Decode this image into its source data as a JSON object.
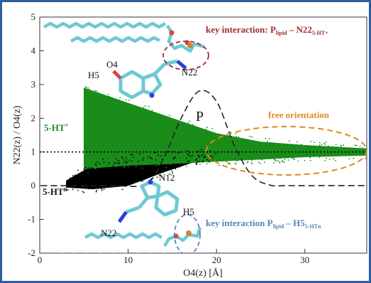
{
  "chart_data": {
    "type": "scatter",
    "xlabel": "O4(z) [Å]",
    "ylabel": "N22(z) / O4(z)",
    "xlim": [
      0,
      37
    ],
    "ylim": [
      -2,
      5
    ],
    "xticks": [
      0,
      10,
      20,
      30
    ],
    "yticks": [
      -2,
      -1,
      0,
      1,
      2,
      3,
      4,
      5
    ],
    "colors": {
      "protonated": "#1a8c1a",
      "neutral": "#000000",
      "p_density": "#222222",
      "key_top": "#9b2d30",
      "key_bottom": "#5a84b8",
      "free_orientation": "#e08a1e",
      "frame": "#2f5d9f"
    },
    "series": [
      {
        "name": "5-HT⁺",
        "envelope": {
          "x": [
            5,
            10,
            15,
            20,
            25,
            30,
            37
          ],
          "upper": [
            2.9,
            2.45,
            2.0,
            1.55,
            1.3,
            1.2,
            1.1
          ],
          "lower": [
            0.5,
            0.6,
            0.65,
            0.72,
            0.78,
            0.85,
            0.9
          ]
        }
      },
      {
        "name": "5-HTⁿ",
        "envelope": {
          "x": [
            3,
            6,
            10,
            14,
            18,
            20
          ],
          "upper": [
            0.15,
            0.6,
            0.8,
            0.9,
            0.95,
            0.98
          ],
          "lower": [
            -0.05,
            -0.1,
            0.0,
            0.4,
            0.75,
            0.9
          ]
        }
      }
    ],
    "reference_line": {
      "y": 1,
      "style": "dotted"
    },
    "p_distribution": {
      "label": "P",
      "x": [
        -1,
        8,
        12,
        14,
        16,
        18,
        20,
        22,
        24,
        26,
        28,
        32,
        37
      ],
      "y": [
        0.0,
        0.0,
        0.05,
        0.8,
        2.0,
        2.8,
        2.5,
        1.2,
        0.3,
        0.02,
        0.0,
        0.0,
        0.0
      ]
    },
    "annotations": {
      "key_top": {
        "prefix": "key interaction: P",
        "sub1": "lipid",
        "mid": " – N22",
        "sub2": "5-HT+"
      },
      "key_bottom": {
        "prefix": "key interaction P",
        "sub1": "lipid",
        "mid": " – H5",
        "sub2": "5-HTn"
      },
      "free_orientation": "free orientation",
      "p_label": "P",
      "atoms": {
        "o4": "O4",
        "h5_top": "H5",
        "n22_top": "N22",
        "n12": "N12",
        "h5_bottom": "H5",
        "n22_bottom": "N22"
      }
    },
    "legend": {
      "protonated": {
        "base": "5-HT",
        "sup": "+"
      },
      "neutral": {
        "base": "5-HT",
        "sup": "n"
      }
    }
  }
}
